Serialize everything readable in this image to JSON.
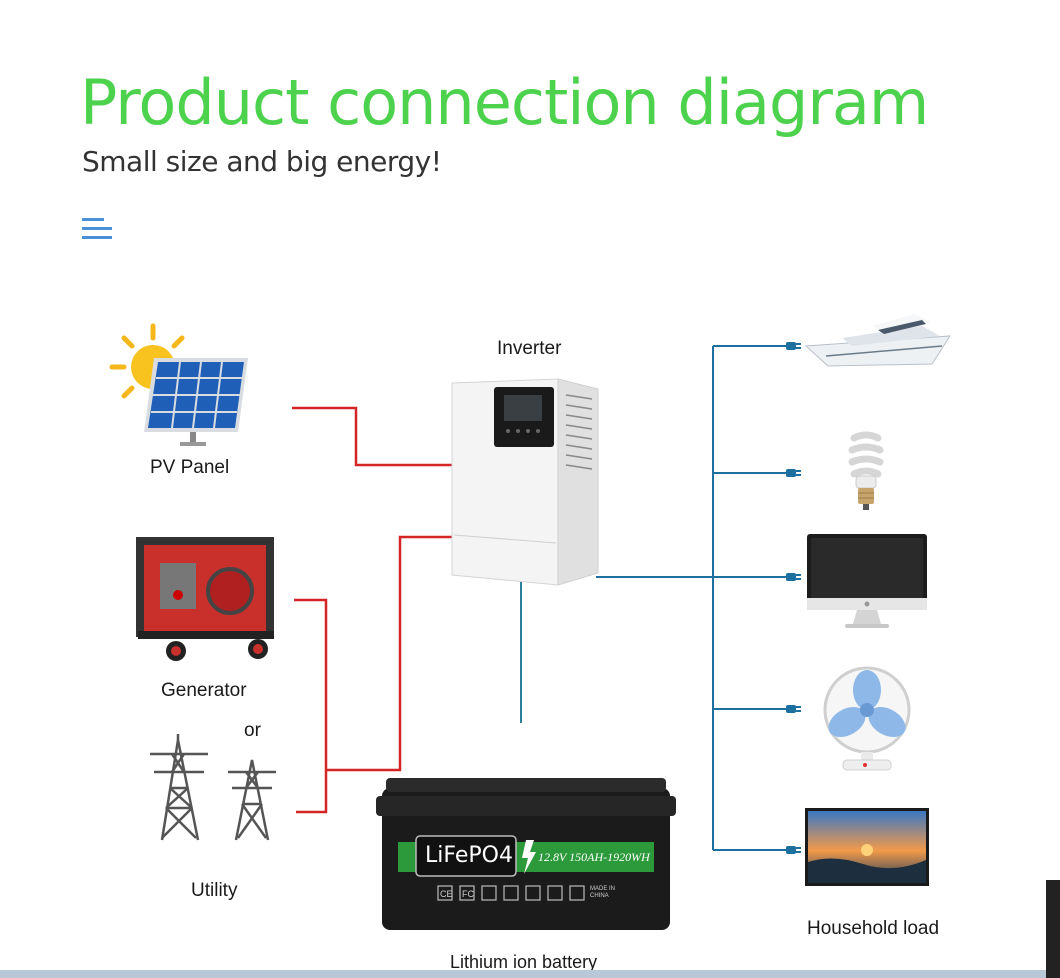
{
  "header": {
    "title": "Product connection diagram",
    "subtitle": "Small size and big energy!"
  },
  "colors": {
    "title_green": "#4cd24c",
    "ac_input_line": "#d42424",
    "load_line": "#1d6fa0",
    "battery_line": "#2a7f9a",
    "battery_stripe": "#2c9a3a",
    "menu_icon": "#4a90d9"
  },
  "labels": {
    "inverter": "Inverter",
    "pv_panel": "PV Panel",
    "generator": "Generator",
    "or": "or",
    "utility": "Utility",
    "battery": "Lithium ion battery",
    "household_load": "Household load"
  },
  "battery": {
    "brand": "LiFePO4",
    "spec": "12.8V 150AH-1920WH",
    "cert_marks": [
      "CE",
      "FC",
      "MADE IN CHINA"
    ]
  },
  "loads": [
    "yacht-icon",
    "bulb-icon",
    "monitor-icon",
    "fan-icon",
    "tv-icon"
  ],
  "icons": [
    "menu-icon",
    "sun-icon",
    "solar-panel-icon",
    "generator-icon",
    "pylon-icon",
    "inverter-icon",
    "battery-icon",
    "plug-icon"
  ]
}
